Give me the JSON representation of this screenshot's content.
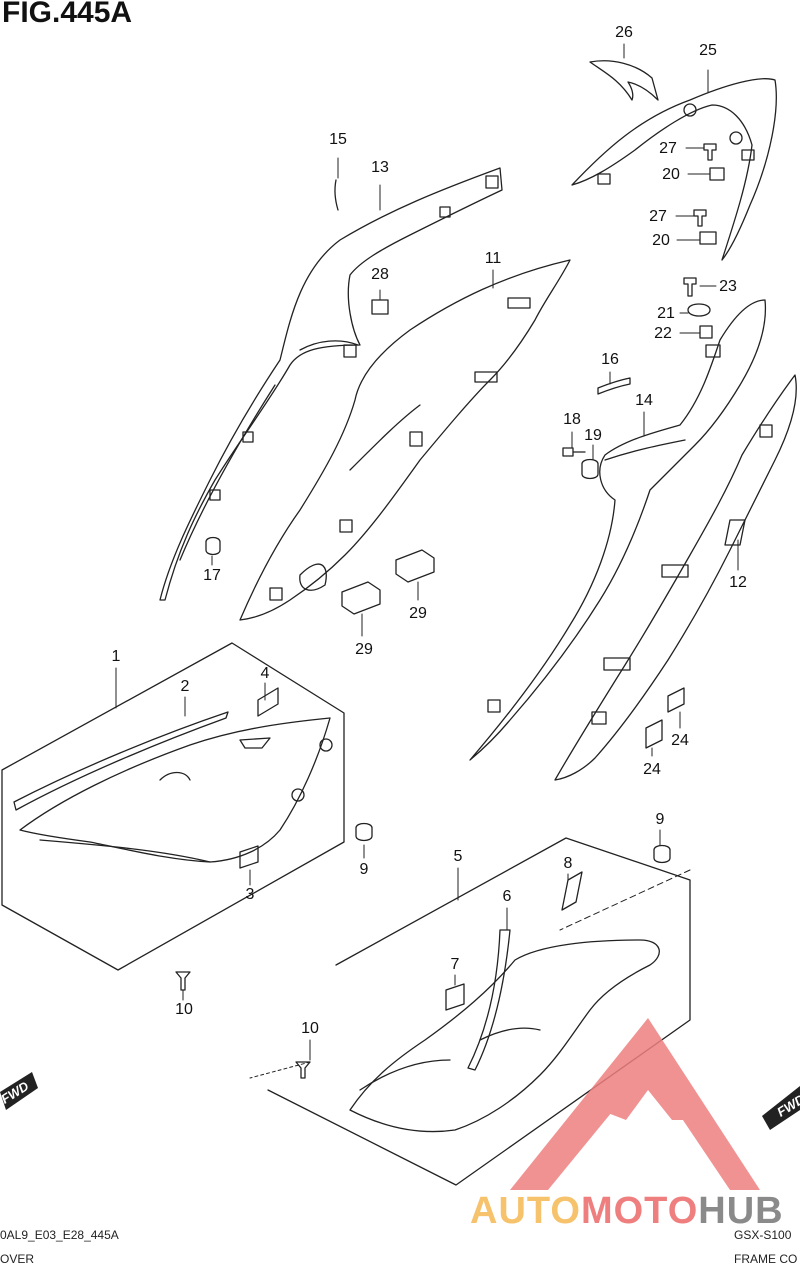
{
  "figure": {
    "title": "FIG.445A",
    "footer_left_code": "0AL9_E03_E28_445A",
    "footer_left_label": "OVER",
    "footer_right_model": "GSX-S100",
    "footer_right_label": "FRAME CO",
    "fwd_label": "FWD"
  },
  "watermark": {
    "part1": "AUTO",
    "part2": "MOTO",
    "part3": "HUB",
    "colors": {
      "auto": "#f6c26b",
      "moto": "#ef7f7f",
      "hub": "#8a8a8a",
      "triangle": "#ef7f7f"
    }
  },
  "callouts": {
    "c1": "1",
    "c2": "2",
    "c3": "3",
    "c4": "4",
    "c5": "5",
    "c6": "6",
    "c7": "7",
    "c8": "8",
    "c9a": "9",
    "c9b": "9",
    "c10a": "10",
    "c10b": "10",
    "c11": "11",
    "c12": "12",
    "c13": "13",
    "c14": "14",
    "c15": "15",
    "c16": "16",
    "c17": "17",
    "c18": "18",
    "c19": "19",
    "c20a": "20",
    "c20b": "20",
    "c21": "21",
    "c22": "22",
    "c23": "23",
    "c24a": "24",
    "c24b": "24",
    "c25": "25",
    "c26": "26",
    "c27a": "27",
    "c27b": "27",
    "c28": "28",
    "c29a": "29",
    "c29b": "29"
  }
}
